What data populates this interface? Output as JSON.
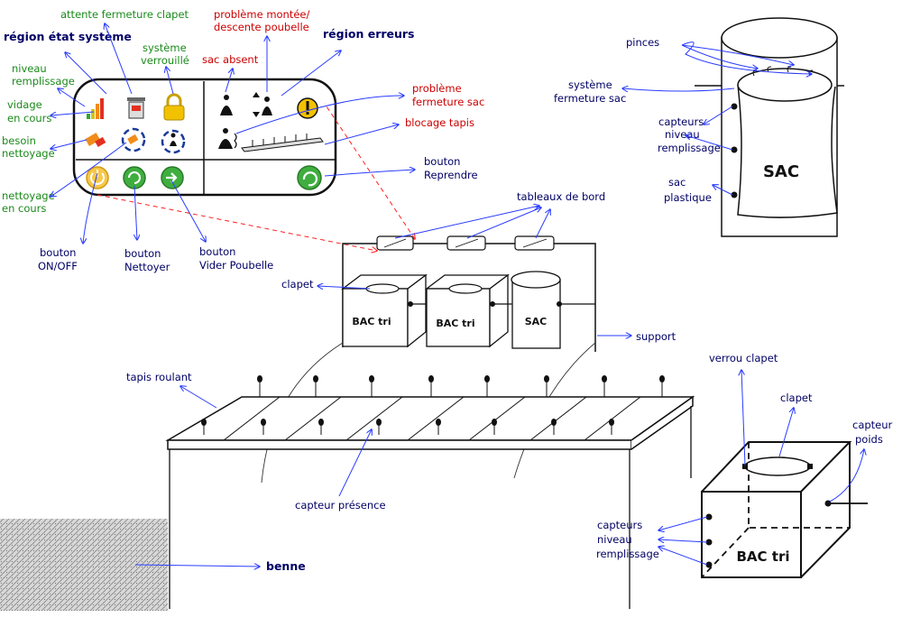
{
  "colors": {
    "blue_text": "#000066",
    "green_text": "#1a8a1a",
    "red_text": "#cc0000",
    "arrow": "#2a3cff",
    "red_arrow": "#ff2020"
  },
  "panel": {
    "region_state": "région état système",
    "region_errors": "région erreurs",
    "waiting_valve": "attente fermeture clapet",
    "system_locked_1": "système",
    "system_locked_2": "verrouillé",
    "fill_level_1": "niveau",
    "fill_level_2": "remplissage",
    "emptying_1": "vidage",
    "emptying_2": "en cours",
    "cleaning_needed_1": "besoin",
    "cleaning_needed_2": "nettoyage",
    "cleaning_running_1": "nettoyage",
    "cleaning_running_2": "en cours",
    "bag_absent": "sac absent",
    "bin_updown_1": "problème montée/",
    "bin_updown_2": "descente poubelle",
    "bag_close_problem_1": "problème",
    "bag_close_problem_2": "fermeture sac",
    "belt_block": "blocage tapis",
    "resume_button_1": "bouton",
    "resume_button_2": "Reprendre",
    "onoff_button_1": "bouton",
    "onoff_button_2": "ON/OFF",
    "clean_button_1": "bouton",
    "clean_button_2": "Nettoyer",
    "empty_button_1": "bouton",
    "empty_button_2": "Vider Poubelle"
  },
  "sac_diagram": {
    "title": "SAC",
    "clamps": "pinces",
    "closing_system_1": "système",
    "closing_system_2": "fermeture sac",
    "fill_sensors_1": "capteurs",
    "fill_sensors_2": "niveau",
    "fill_sensors_3": "remplissage",
    "plastic_bag_1": "sac",
    "plastic_bag_2": "plastique"
  },
  "machine": {
    "dashboards": "tableaux de bord",
    "valve": "clapet",
    "bin1": "BAC tri",
    "bin2": "BAC tri",
    "bag": "SAC",
    "support": "support",
    "conveyor": "tapis roulant",
    "presence_sensor": "capteur présence",
    "dump": "benne"
  },
  "bac_detail": {
    "title": "BAC tri",
    "valve_lock": "verrou clapet",
    "valve": "clapet",
    "weight_sensor_1": "capteur",
    "weight_sensor_2": "poids",
    "fill_sensors_1": "capteurs",
    "fill_sensors_2": "niveau",
    "fill_sensors_3": "remplissage"
  },
  "icons": [
    "level-bars-icon",
    "waiting-bin-icon",
    "padlock-icon",
    "cleaning-needed-icon",
    "cleaning-progress-icon",
    "emptying-progress-icon",
    "bag-absent-icon",
    "bin-updown-icon",
    "warning-icon",
    "bag-close-problem-icon",
    "conveyor-block-icon",
    "power-icon",
    "clean-button-icon",
    "empty-button-icon",
    "resume-icon"
  ]
}
